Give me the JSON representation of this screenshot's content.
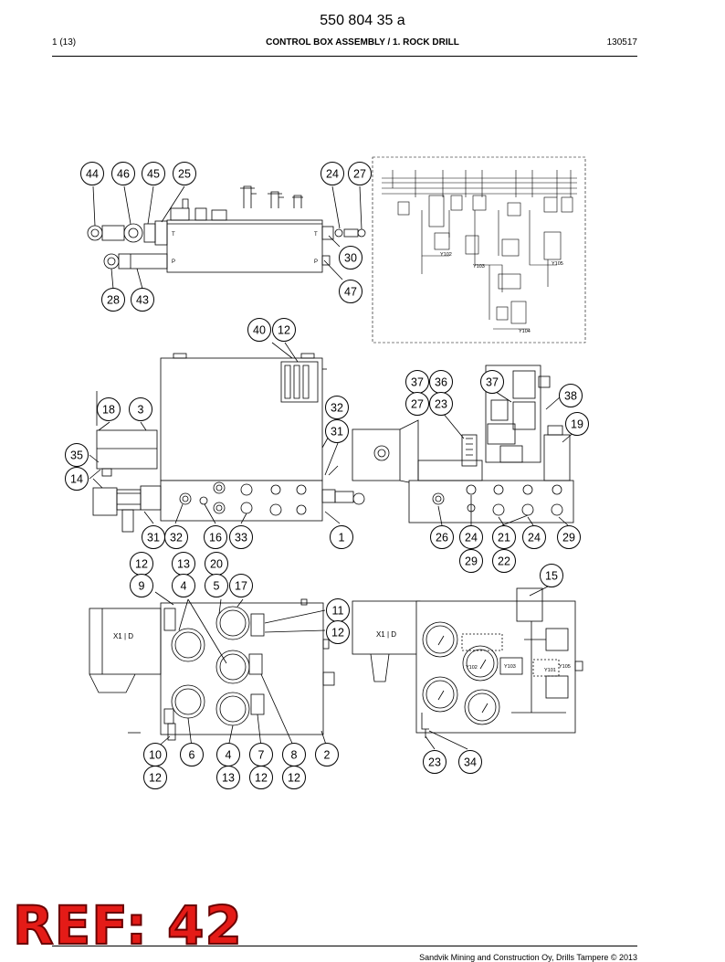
{
  "header": {
    "document_number": "550 804 35 a",
    "page": "1 (13)",
    "title": "CONTROL BOX ASSEMBLY / 1. ROCK DRILL",
    "date_code": "130517"
  },
  "views": {
    "top_view": {
      "port_labels": [
        "T",
        "P",
        "T",
        "P"
      ],
      "callouts": [
        "44",
        "46",
        "45",
        "25",
        "24",
        "27",
        "30",
        "47",
        "28",
        "43"
      ]
    },
    "hydraulic_schematic": {
      "valve_labels": [
        "Y102",
        "Y103",
        "Y104",
        "Y105"
      ]
    },
    "front_view": {
      "callouts": [
        "40",
        "12",
        "18",
        "3",
        "32",
        "31",
        "35",
        "14",
        "31",
        "32",
        "16",
        "33",
        "1"
      ]
    },
    "side_view": {
      "callouts": [
        "37",
        "36",
        "37",
        "27",
        "23",
        "38",
        "19",
        "26",
        "24",
        "29",
        "21",
        "22",
        "24",
        "29"
      ]
    },
    "rear_view": {
      "panel_label": "X1 | D",
      "callouts": [
        "12",
        "13",
        "20",
        "9",
        "4",
        "5",
        "17",
        "11",
        "12",
        "10",
        "6",
        "4",
        "7",
        "8",
        "2",
        "12",
        "13",
        "12",
        "12"
      ]
    },
    "open_view": {
      "panel_label": "X1 | D",
      "valve_labels": [
        "Y102",
        "Y103",
        "Y101",
        "Y105"
      ],
      "callouts": [
        "15",
        "23",
        "34"
      ]
    }
  },
  "stamp": {
    "text": "REF: 42",
    "color": "#e41b17"
  },
  "footer": {
    "text": "Sandvik Mining and Construction Oy, Drills Tampere © 2013"
  }
}
